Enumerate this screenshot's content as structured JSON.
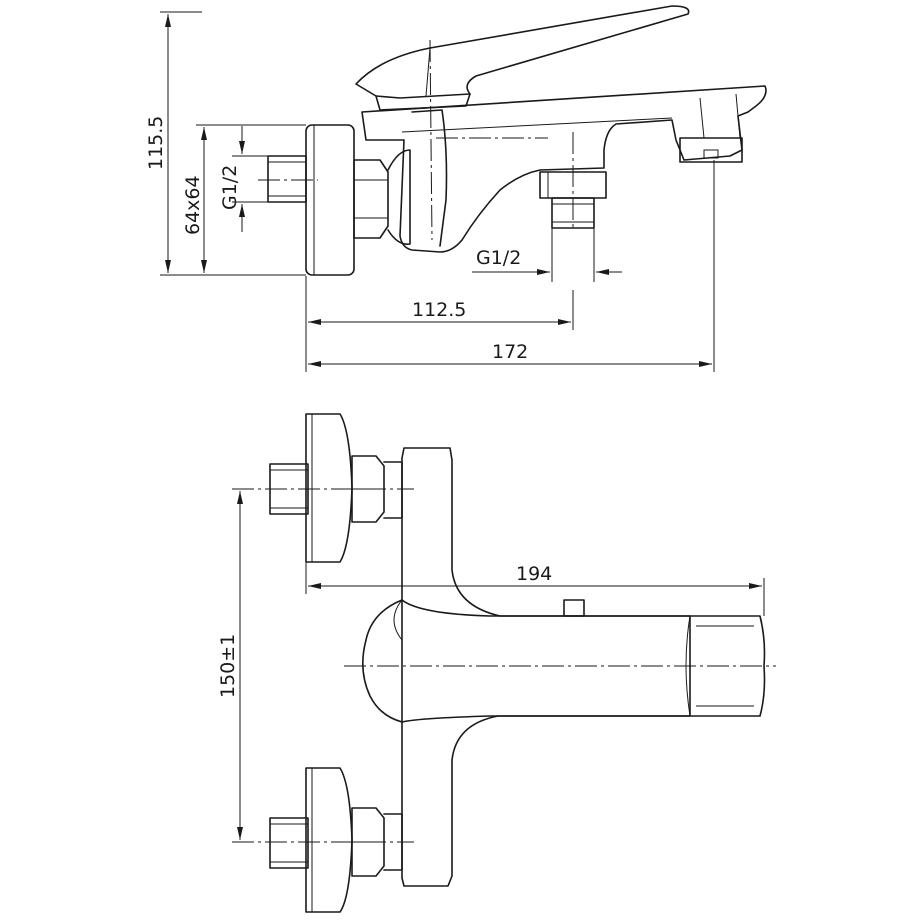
{
  "dimensions": {
    "height": "115.5",
    "flange": "64x64",
    "inlet_thread": "G1/2",
    "outlet_thread": "G1/2",
    "depth_to_outlet": "112.5",
    "depth_total": "172",
    "spout_length": "194",
    "inlet_spacing": "150±1"
  }
}
